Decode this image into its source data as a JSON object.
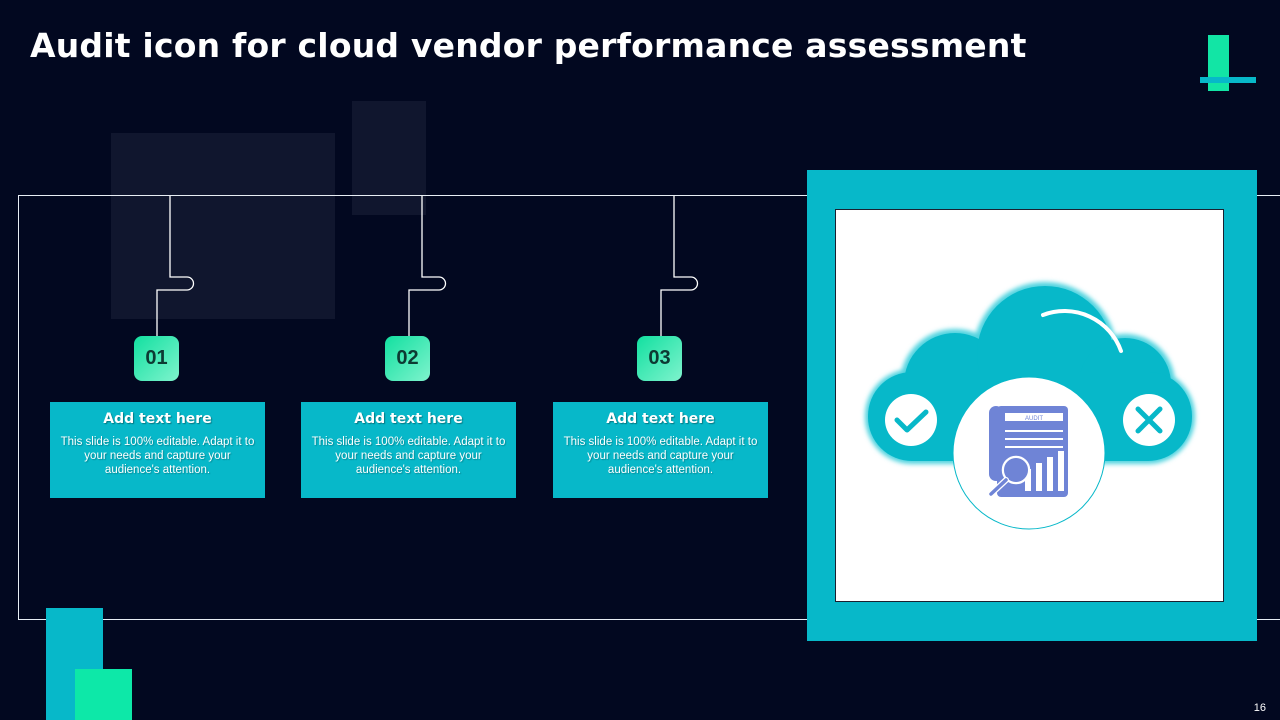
{
  "slide": {
    "title": "Audit icon for cloud vendor performance assessment",
    "page_number": "16",
    "colors": {
      "background": "#020820",
      "accent_cyan": "#07b8c9",
      "accent_green": "#12e5a5",
      "icon_blue": "#6f84d6"
    }
  },
  "steps": [
    {
      "number": "01",
      "heading": "Add text here",
      "body": "This slide is 100% editable. Adapt it to your needs and capture your audience's attention."
    },
    {
      "number": "02",
      "heading": "Add text here",
      "body": "This slide is 100% editable. Adapt it to your needs and capture your audience's attention."
    },
    {
      "number": "03",
      "heading": "Add text here",
      "body": "This slide is 100% editable. Adapt it to your needs and capture your audience's attention."
    }
  ],
  "illustration": {
    "document_label": "AUDIT",
    "icons": [
      "cloud-icon",
      "checkmark-icon",
      "cross-icon",
      "audit-document-icon",
      "magnifier-icon",
      "bar-chart-icon"
    ]
  }
}
